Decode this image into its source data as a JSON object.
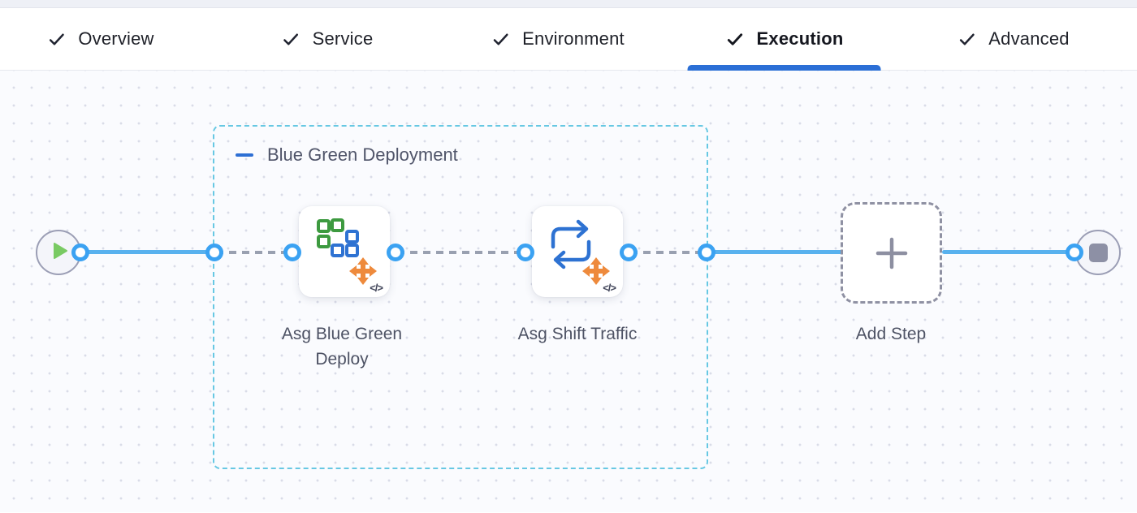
{
  "header": {
    "tabs": [
      {
        "label": "Overview",
        "state": "completed"
      },
      {
        "label": "Service",
        "state": "completed"
      },
      {
        "label": "Environment",
        "state": "completed"
      },
      {
        "label": "Execution",
        "state": "active"
      },
      {
        "label": "Advanced",
        "state": "completed"
      }
    ]
  },
  "pipeline": {
    "group": {
      "label": "Blue Green Deployment"
    },
    "steps": [
      {
        "label": "Asg Blue Green Deploy",
        "icon": "asg-blue-green-deploy-icon",
        "code_badge": "</>"
      },
      {
        "label": "Asg Shift Traffic",
        "icon": "asg-shift-traffic-icon",
        "code_badge": "</>"
      }
    ],
    "add_step": {
      "label": "Add Step"
    },
    "start_node": "play",
    "end_node": "stop"
  },
  "colors": {
    "active_tab_underline": "#2b6fd6",
    "edge_blue": "#58b1ee",
    "connector_port_blue": "#3ba2f2",
    "group_border_cyan": "#67c8e3",
    "icon_green": "#3d9a40",
    "icon_blue": "#2e72d2",
    "icon_orange": "#ee8a3c",
    "play_green": "#79ca63",
    "stop_gray": "#8d90a5"
  }
}
